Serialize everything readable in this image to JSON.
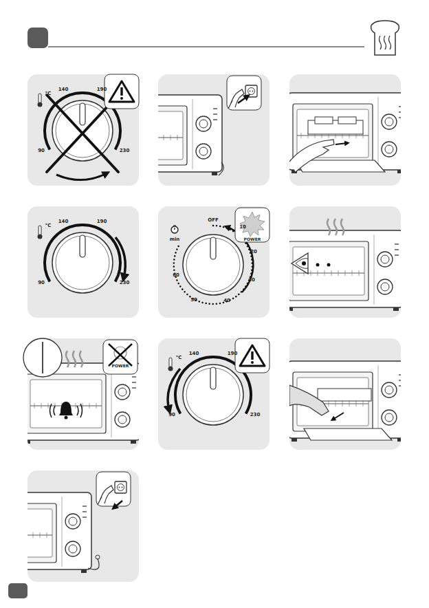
{
  "diagram": {
    "labels": [
      "°C",
      "140",
      "190",
      "90",
      "230",
      "°C",
      "140",
      "190",
      "90",
      "230",
      "min",
      "OFF",
      "10",
      "20",
      "30",
      "40",
      "50",
      "60",
      "POWER",
      "POWER",
      "°C",
      "140",
      "190",
      "90",
      "230"
    ]
  }
}
